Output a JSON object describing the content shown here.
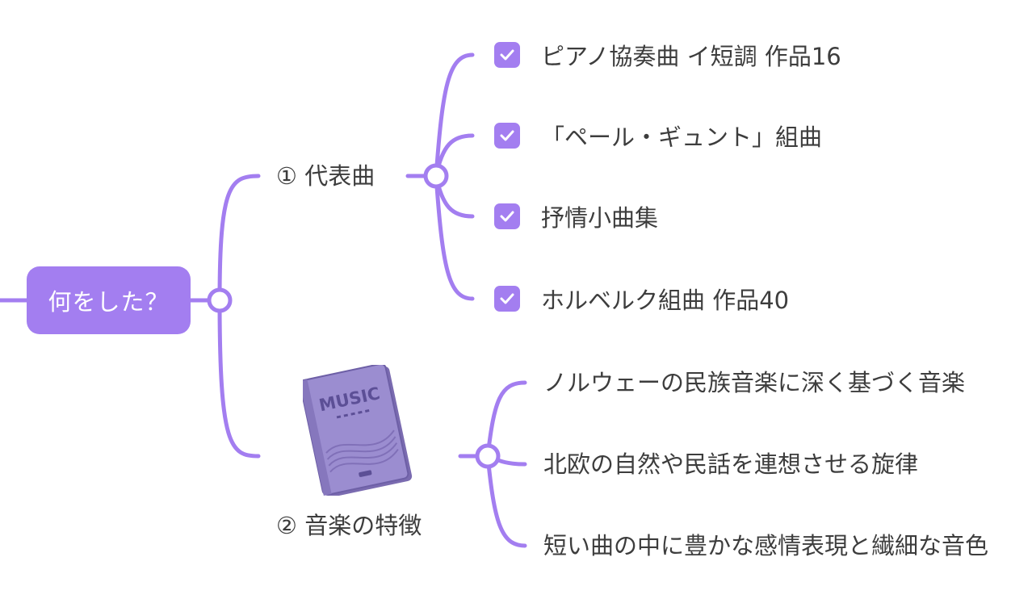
{
  "root": {
    "label": "何をした？"
  },
  "branches": [
    {
      "label": "① 代表曲",
      "children": [
        {
          "label": "ピアノ協奏曲 イ短調 作品16",
          "checked": true
        },
        {
          "label": "「ペール・ギュント」組曲",
          "checked": true
        },
        {
          "label": "抒情小曲集",
          "checked": true
        },
        {
          "label": "ホルベルク組曲 作品40",
          "checked": true
        }
      ]
    },
    {
      "label": "② 音楽の特徴",
      "image": {
        "icon": "music-book-icon",
        "text": "MUSIC"
      },
      "children": [
        {
          "label": "ノルウェーの民族音楽に深く基づく音楽"
        },
        {
          "label": "北欧の自然や民話を連想させる旋律"
        },
        {
          "label": "短い曲の中に豊かな感情表現と繊細な音色"
        }
      ]
    }
  ],
  "colors": {
    "accent": "#a37ef0",
    "line": "#a37ef0",
    "text": "#3d3d3d",
    "book": "#8f7fc4"
  }
}
